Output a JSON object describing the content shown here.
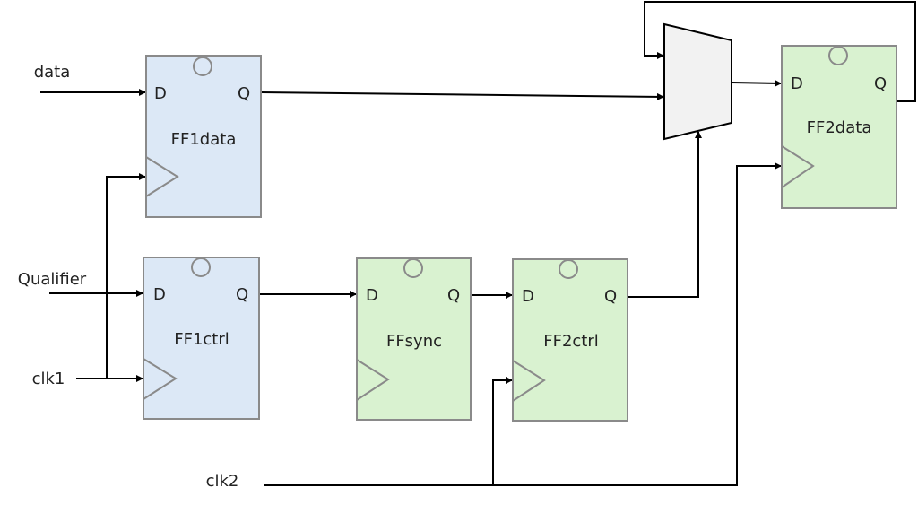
{
  "signals": {
    "data": "data",
    "qualifier": "Qualifier",
    "clk1": "clk1",
    "clk2": "clk2"
  },
  "flipflops": [
    {
      "name": "FF1data",
      "d": "D",
      "q": "Q",
      "domain": "clk1"
    },
    {
      "name": "FF1ctrl",
      "d": "D",
      "q": "Q",
      "domain": "clk1"
    },
    {
      "name": "FFsync",
      "d": "D",
      "q": "Q",
      "domain": "clk2"
    },
    {
      "name": "FF2ctrl",
      "d": "D",
      "q": "Q",
      "domain": "clk2"
    },
    {
      "name": "FF2data",
      "d": "D",
      "q": "Q",
      "domain": "clk2"
    }
  ],
  "colors": {
    "clk1_domain": "#dce8f6",
    "clk2_domain": "#d9f2d0",
    "mux": "#f2f2f2",
    "outline": "#8a8a8a"
  }
}
